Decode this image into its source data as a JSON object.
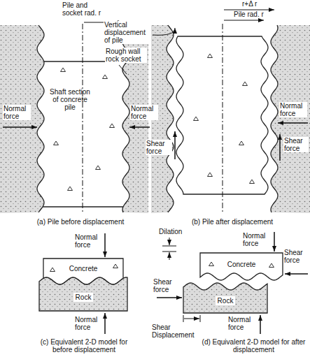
{
  "diagram": {
    "nodes": [
      {
        "text": [
          "Shaft section of concrete pile"
        ]
      },
      {
        "text": [
          "Concrete"
        ]
      },
      {
        "text": [
          "Rock"
        ]
      },
      {
        "text": [
          "Concrete"
        ]
      },
      {
        "text": [
          "Rock"
        ]
      }
    ],
    "labels": [
      "Pile and socket rad. r",
      "Vertical displacement of pile",
      "Rough wall rock socket",
      "Normal force",
      "Normal force",
      "(a) Pile before displacement",
      "r+Δ r",
      "Pile rad. r",
      "Shear force",
      "Normal force",
      "Shear force",
      "(b) Pile after displacement",
      "Normal force",
      "Normal force",
      "(c) Equivalent 2-D model for before displacement",
      "Dilation",
      "Normal force",
      "Shear force",
      "Shear force",
      "Shear Displacement",
      "Normal force",
      "(d) Equivalent 2-D model for after displacement"
    ]
  }
}
